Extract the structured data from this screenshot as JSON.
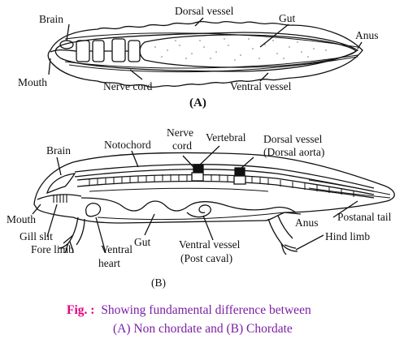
{
  "diagram_a": {
    "label": "(A)",
    "parts": {
      "brain": "Brain",
      "dorsal_vessel": "Dorsal vessel",
      "gut": "Gut",
      "anus": "Anus",
      "mouth": "Mouth",
      "nerve_cord": "Nerve cord",
      "ventral_vessel": "Ventral vessel"
    }
  },
  "diagram_b": {
    "label": "(B)",
    "parts": {
      "brain": "Brain",
      "notochord": "Notochord",
      "nerve": "Nerve",
      "cord": "cord",
      "vertebral": "Vertebral",
      "dorsal_vessel": "Dorsal vessel",
      "dorsal_aorta": "(Dorsal aorta)",
      "mouth": "Mouth",
      "gill_slit": "Gill slit",
      "fore_limb": "Fore limb",
      "ventral": "Ventral",
      "heart": "heart",
      "gut": "Gut",
      "ventral_vessel": "Ventral vessel",
      "post_caval": "(Post caval)",
      "anus": "Anus",
      "postanal_tail": "Postanal tail",
      "hind_limb": "Hind limb"
    }
  },
  "caption": {
    "prefix": "Fig. :",
    "line1": "Showing fundamental difference between",
    "line2": "(A) Non chordate and (B) Chordate"
  },
  "colors": {
    "caption_prefix": "#e6007e",
    "caption_text": "#7a1fa2",
    "ink": "#111111"
  }
}
